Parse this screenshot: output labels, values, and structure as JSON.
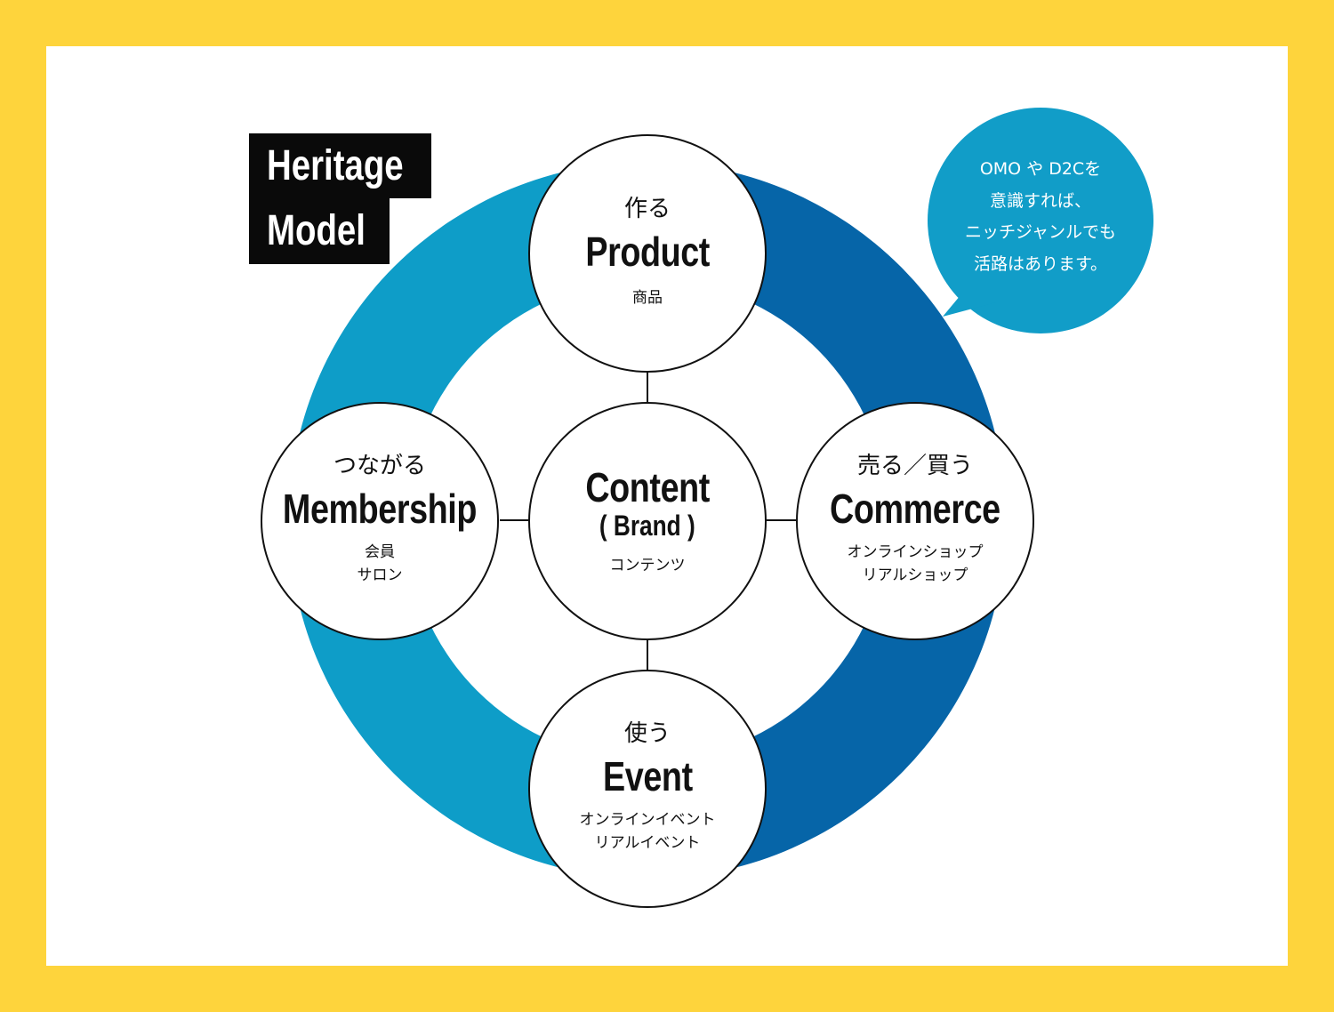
{
  "title": {
    "line1": "Heritage",
    "line2": "Model"
  },
  "colors": {
    "frame": "#FED43C",
    "background": "#FFFFFF",
    "ring_light": "#0E9DC8",
    "ring_dark": "#0665A8",
    "bubble": "#119DC8",
    "node_border": "#111111",
    "title_box": "#0A0A0A"
  },
  "nodes": {
    "product": {
      "verb": "作る",
      "label": "Product",
      "desc": "商品"
    },
    "membership": {
      "verb": "つながる",
      "label": "Membership",
      "desc": "会員\nサロン"
    },
    "content": {
      "label": "Content",
      "sublabel": "( Brand )",
      "desc": "コンテンツ"
    },
    "commerce": {
      "verb": "売る／買う",
      "label": "Commerce",
      "desc": "オンラインショップ\nリアルショップ"
    },
    "event": {
      "verb": "使う",
      "label": "Event",
      "desc": "オンラインイベント\nリアルイベント"
    }
  },
  "bubble": {
    "text": "OMO や D2Cを\n意識すれば、\nニッチジャンルでも\n活路はあります。"
  }
}
